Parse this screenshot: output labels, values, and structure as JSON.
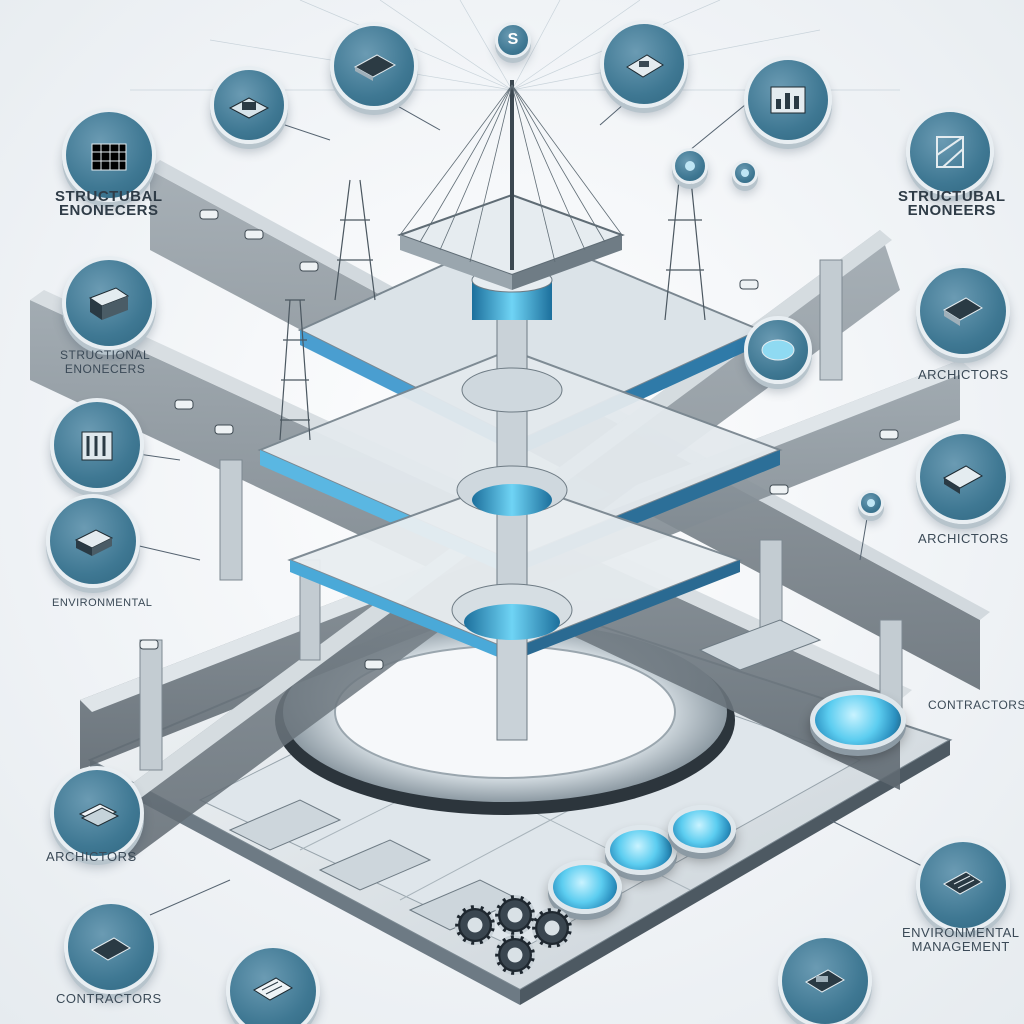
{
  "top_badge": {
    "letter": "S",
    "icon": "logo-s-icon"
  },
  "labels": {
    "structural_left": "STRUCTUBAL\nENONECERS",
    "structural_right": "STRUCTUBAL\nENONEERS",
    "structional": "STRUCTIONAL\nENONECERS",
    "architectors_right_1": "ARCHICTORS",
    "architectors_right_2": "ARCHICTORS",
    "cont_right": "CONTRACTORS",
    "architectors_left": "ARCHICTORS",
    "contractors_left": "CONTRACTORS",
    "environmental_left": "ENVIRONMENTAL",
    "environmental_right": "ENVIRONMENTAL\nMANAGEMENT"
  },
  "nodes": [
    {
      "id": "top-left-1",
      "icon": "blueprint-icon"
    },
    {
      "id": "top-left-2",
      "icon": "device-icon"
    },
    {
      "id": "top-right-1",
      "icon": "document-icon"
    },
    {
      "id": "top-right-2",
      "icon": "chart-icon"
    },
    {
      "id": "left-1",
      "icon": "grid-structure-icon"
    },
    {
      "id": "left-2",
      "icon": "building-block-icon"
    },
    {
      "id": "left-3",
      "icon": "columns-icon"
    },
    {
      "id": "left-4",
      "icon": "book-icon"
    },
    {
      "id": "left-5",
      "icon": "papers-icon"
    },
    {
      "id": "left-6",
      "icon": "tablet-icon"
    },
    {
      "id": "right-1",
      "icon": "architecture-plan-icon"
    },
    {
      "id": "right-2",
      "icon": "module-icon"
    },
    {
      "id": "right-3",
      "icon": "map-book-icon"
    },
    {
      "id": "right-4",
      "icon": "management-icon"
    },
    {
      "id": "bottom-1",
      "icon": "drawing-icon"
    },
    {
      "id": "bottom-2",
      "icon": "machinery-icon"
    },
    {
      "id": "hub-right",
      "icon": "sensor-icon"
    }
  ],
  "colors": {
    "accent": "#4ab8e6",
    "node": "#3f7893",
    "structure": "#5b6670",
    "deck": "#8e99a2"
  }
}
